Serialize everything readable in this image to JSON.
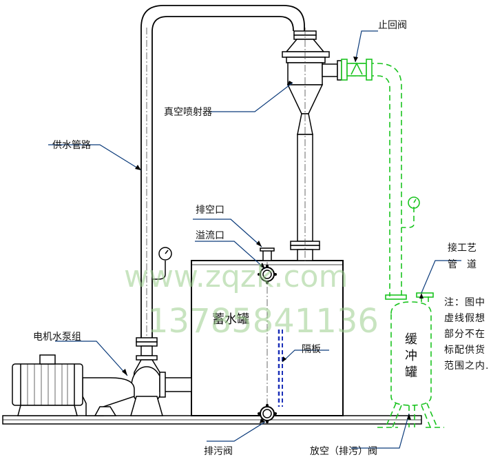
{
  "labels": {
    "check_valve": "止回阀",
    "vacuum_ejector": "真空喷射器",
    "supply_pipeline": "供水管路",
    "vent_port": "排空口",
    "overflow_port": "溢流口",
    "motor_pump_set": "电机水泵组",
    "storage_tank": "蓄水罐",
    "partition": "隔板",
    "drain_valve": "排污阀",
    "process_pipe_line1": "接工艺",
    "process_pipe_line2": "管　道",
    "buffer_tank": [
      "缓",
      "冲",
      "罐"
    ],
    "vent_drain_valve": "放空（排污）阀"
  },
  "note": {
    "lines": [
      "注：图中",
      "虚线假想",
      "部分不在",
      "标配供货",
      "范围之内."
    ]
  },
  "watermark": {
    "url": "www.zqzk.com",
    "phone": "13785841136"
  },
  "colors": {
    "line": "#000000",
    "fill": "#ffffff",
    "dashed": "#19c31e",
    "partition": "#1a2fb8",
    "leader": "#0a3a7a",
    "watermark": "#9ccf8e"
  }
}
